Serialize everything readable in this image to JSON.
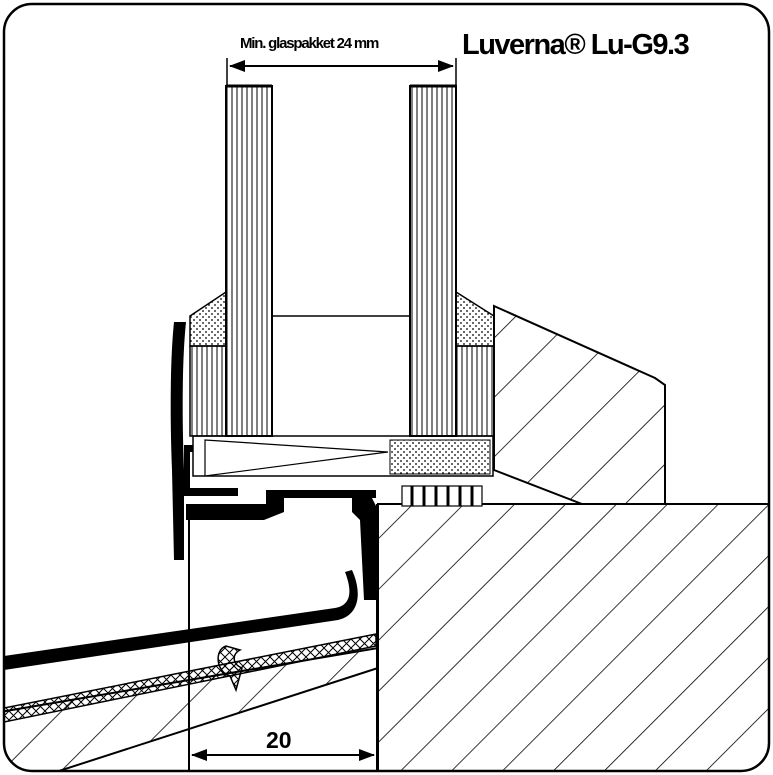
{
  "title": "Luverna® Lu-G9.3",
  "dimension_top": "Min. glaspakket 24 mm",
  "dimension_bottom": "20",
  "colors": {
    "line": "#000000",
    "background": "#ffffff"
  }
}
